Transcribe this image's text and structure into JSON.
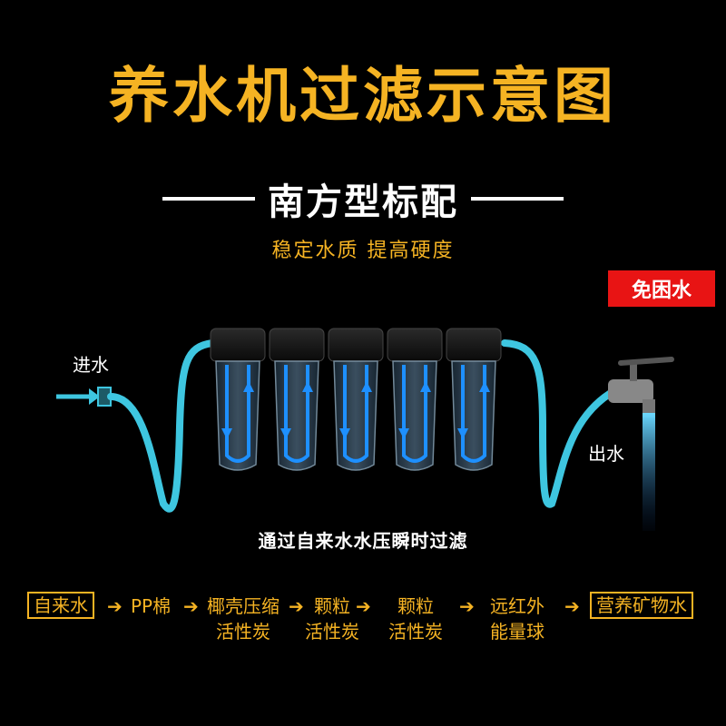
{
  "title": "养水机过滤示意图",
  "subtitle": "南方型标配",
  "tagline": "稳定水质 提高硬度",
  "badge": "免困水",
  "inlet_label": "进水",
  "outlet_label": "出水",
  "caption": "通过自来水水压瞬时过滤",
  "flow": {
    "steps": [
      {
        "line1": "自来水",
        "line2": ""
      },
      {
        "line1": "PP棉",
        "line2": ""
      },
      {
        "line1": "椰壳压缩",
        "line2": "活性炭"
      },
      {
        "line1": "颗粒",
        "line2": "活性炭"
      },
      {
        "line1": "颗粒",
        "line2": "活性炭"
      },
      {
        "line1": "远红外",
        "line2": "能量球"
      },
      {
        "line1": "营养矿物水",
        "line2": ""
      }
    ],
    "arrow": "➔"
  },
  "colors": {
    "gold": "#f5b323",
    "hose": "#3ec6e0",
    "badge": "#e81414",
    "flow_arrow": "#1e90ff"
  },
  "icons": [
    "inlet-arrow-icon",
    "faucet-icon",
    "filter-cartridge-icon"
  ]
}
